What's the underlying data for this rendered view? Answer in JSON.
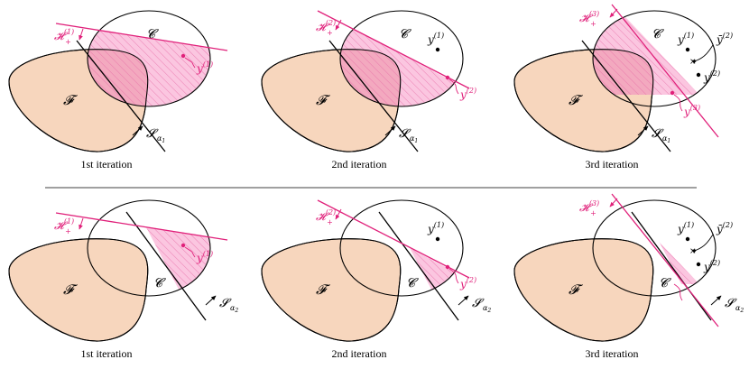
{
  "labels": {
    "F": "𝓕",
    "C": "𝓒",
    "H_main": "𝓗",
    "H_plus": "+",
    "y_main": "y",
    "ybar_main": "ȳ",
    "S_main": "𝓢",
    "alpha": "α"
  },
  "superscripts": {
    "1": "(1)",
    "2": "(2)",
    "3": "(3)"
  },
  "subscripts": {
    "1": "1",
    "2": "2"
  },
  "rows": [
    {
      "alpha_sub": "1",
      "captions": [
        "1st iteration",
        "2nd iteration",
        "3rd iteration"
      ]
    },
    {
      "alpha_sub": "2",
      "captions": [
        "1st iteration",
        "2nd iteration",
        "3rd iteration"
      ]
    }
  ],
  "colors": {
    "F_fill": "#f7d6bd",
    "C_fill": "#fbc6e0",
    "overlap_fill": "#f3a9bf",
    "hatch": "#e86aa6",
    "pink": "#e0207a",
    "stroke": "#000000"
  }
}
